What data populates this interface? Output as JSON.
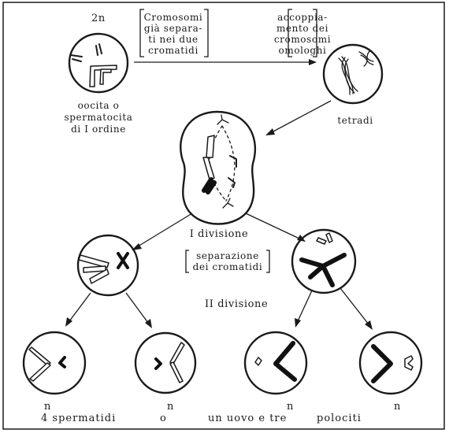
{
  "labels": {
    "ploidy_2n": "2n",
    "box_sister_chromatids": [
      "Cromosomi",
      "già separa-",
      "ti nei due",
      "cromatidi"
    ],
    "box_homolog_pairing": [
      "accoppia-",
      "mento dei",
      "cromosomi",
      "omologhi"
    ],
    "oocyte_caption": [
      "oocita o",
      "spermatocita",
      "di I ordine"
    ],
    "tetrads": "tetradi",
    "first_division": "I divisione",
    "box_chromatid_separation": [
      "separazione",
      "dei cromatidi"
    ],
    "second_division": "II divisione",
    "haploid_n": [
      "n",
      "n",
      "n",
      "n"
    ],
    "footer_parts": [
      "4 spermatidi",
      "o",
      "un uovo e tre",
      "polociti"
    ]
  },
  "colors": {
    "ink": "#1a1a1a",
    "background": "#ffffff",
    "frame": "#1a1a1a"
  }
}
